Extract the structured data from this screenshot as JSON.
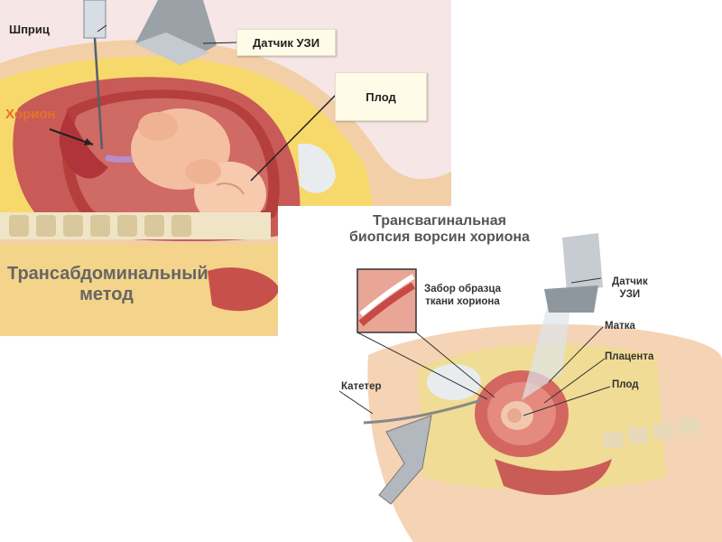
{
  "top_diagram": {
    "labels": {
      "syringe": "Шприц",
      "ultrasound_probe": "Датчик УЗИ",
      "fetus": "Плод",
      "chorion": "Хорион"
    },
    "caption_line1": "Трансабдоминальный",
    "caption_line2": "метод",
    "colors": {
      "chorion_label": "#e8702a",
      "background": "#f6e6e6",
      "tissue": "#c85b57"
    }
  },
  "bottom_diagram": {
    "title_line1": "Трансвагинальная",
    "title_line2": "биопсия ворсин хориона",
    "labels": {
      "ultrasound_probe_line1": "Датчик",
      "ultrasound_probe_line2": "УЗИ",
      "sample_line1": "Забор образца",
      "sample_line2": "ткани хориона",
      "uterus": "Матка",
      "placenta": "Плацента",
      "fetus": "Плод",
      "catheter": "Катетер"
    }
  }
}
